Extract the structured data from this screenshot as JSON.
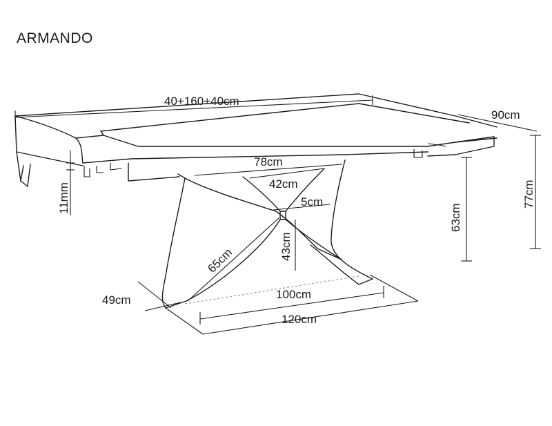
{
  "title": "ARMANDO",
  "dimensions": {
    "top_length": "40+160+40cm",
    "depth": "90cm",
    "height_total": "77cm",
    "base_height": "63cm",
    "extension_thickness": "11mm",
    "top_span": "78cm",
    "inner_span": "42cm",
    "center_width": "5cm",
    "leg_height": "43cm",
    "diagonal": "65cm",
    "foot_depth": "49cm",
    "inner_length": "100cm",
    "base_length": "120cm"
  }
}
